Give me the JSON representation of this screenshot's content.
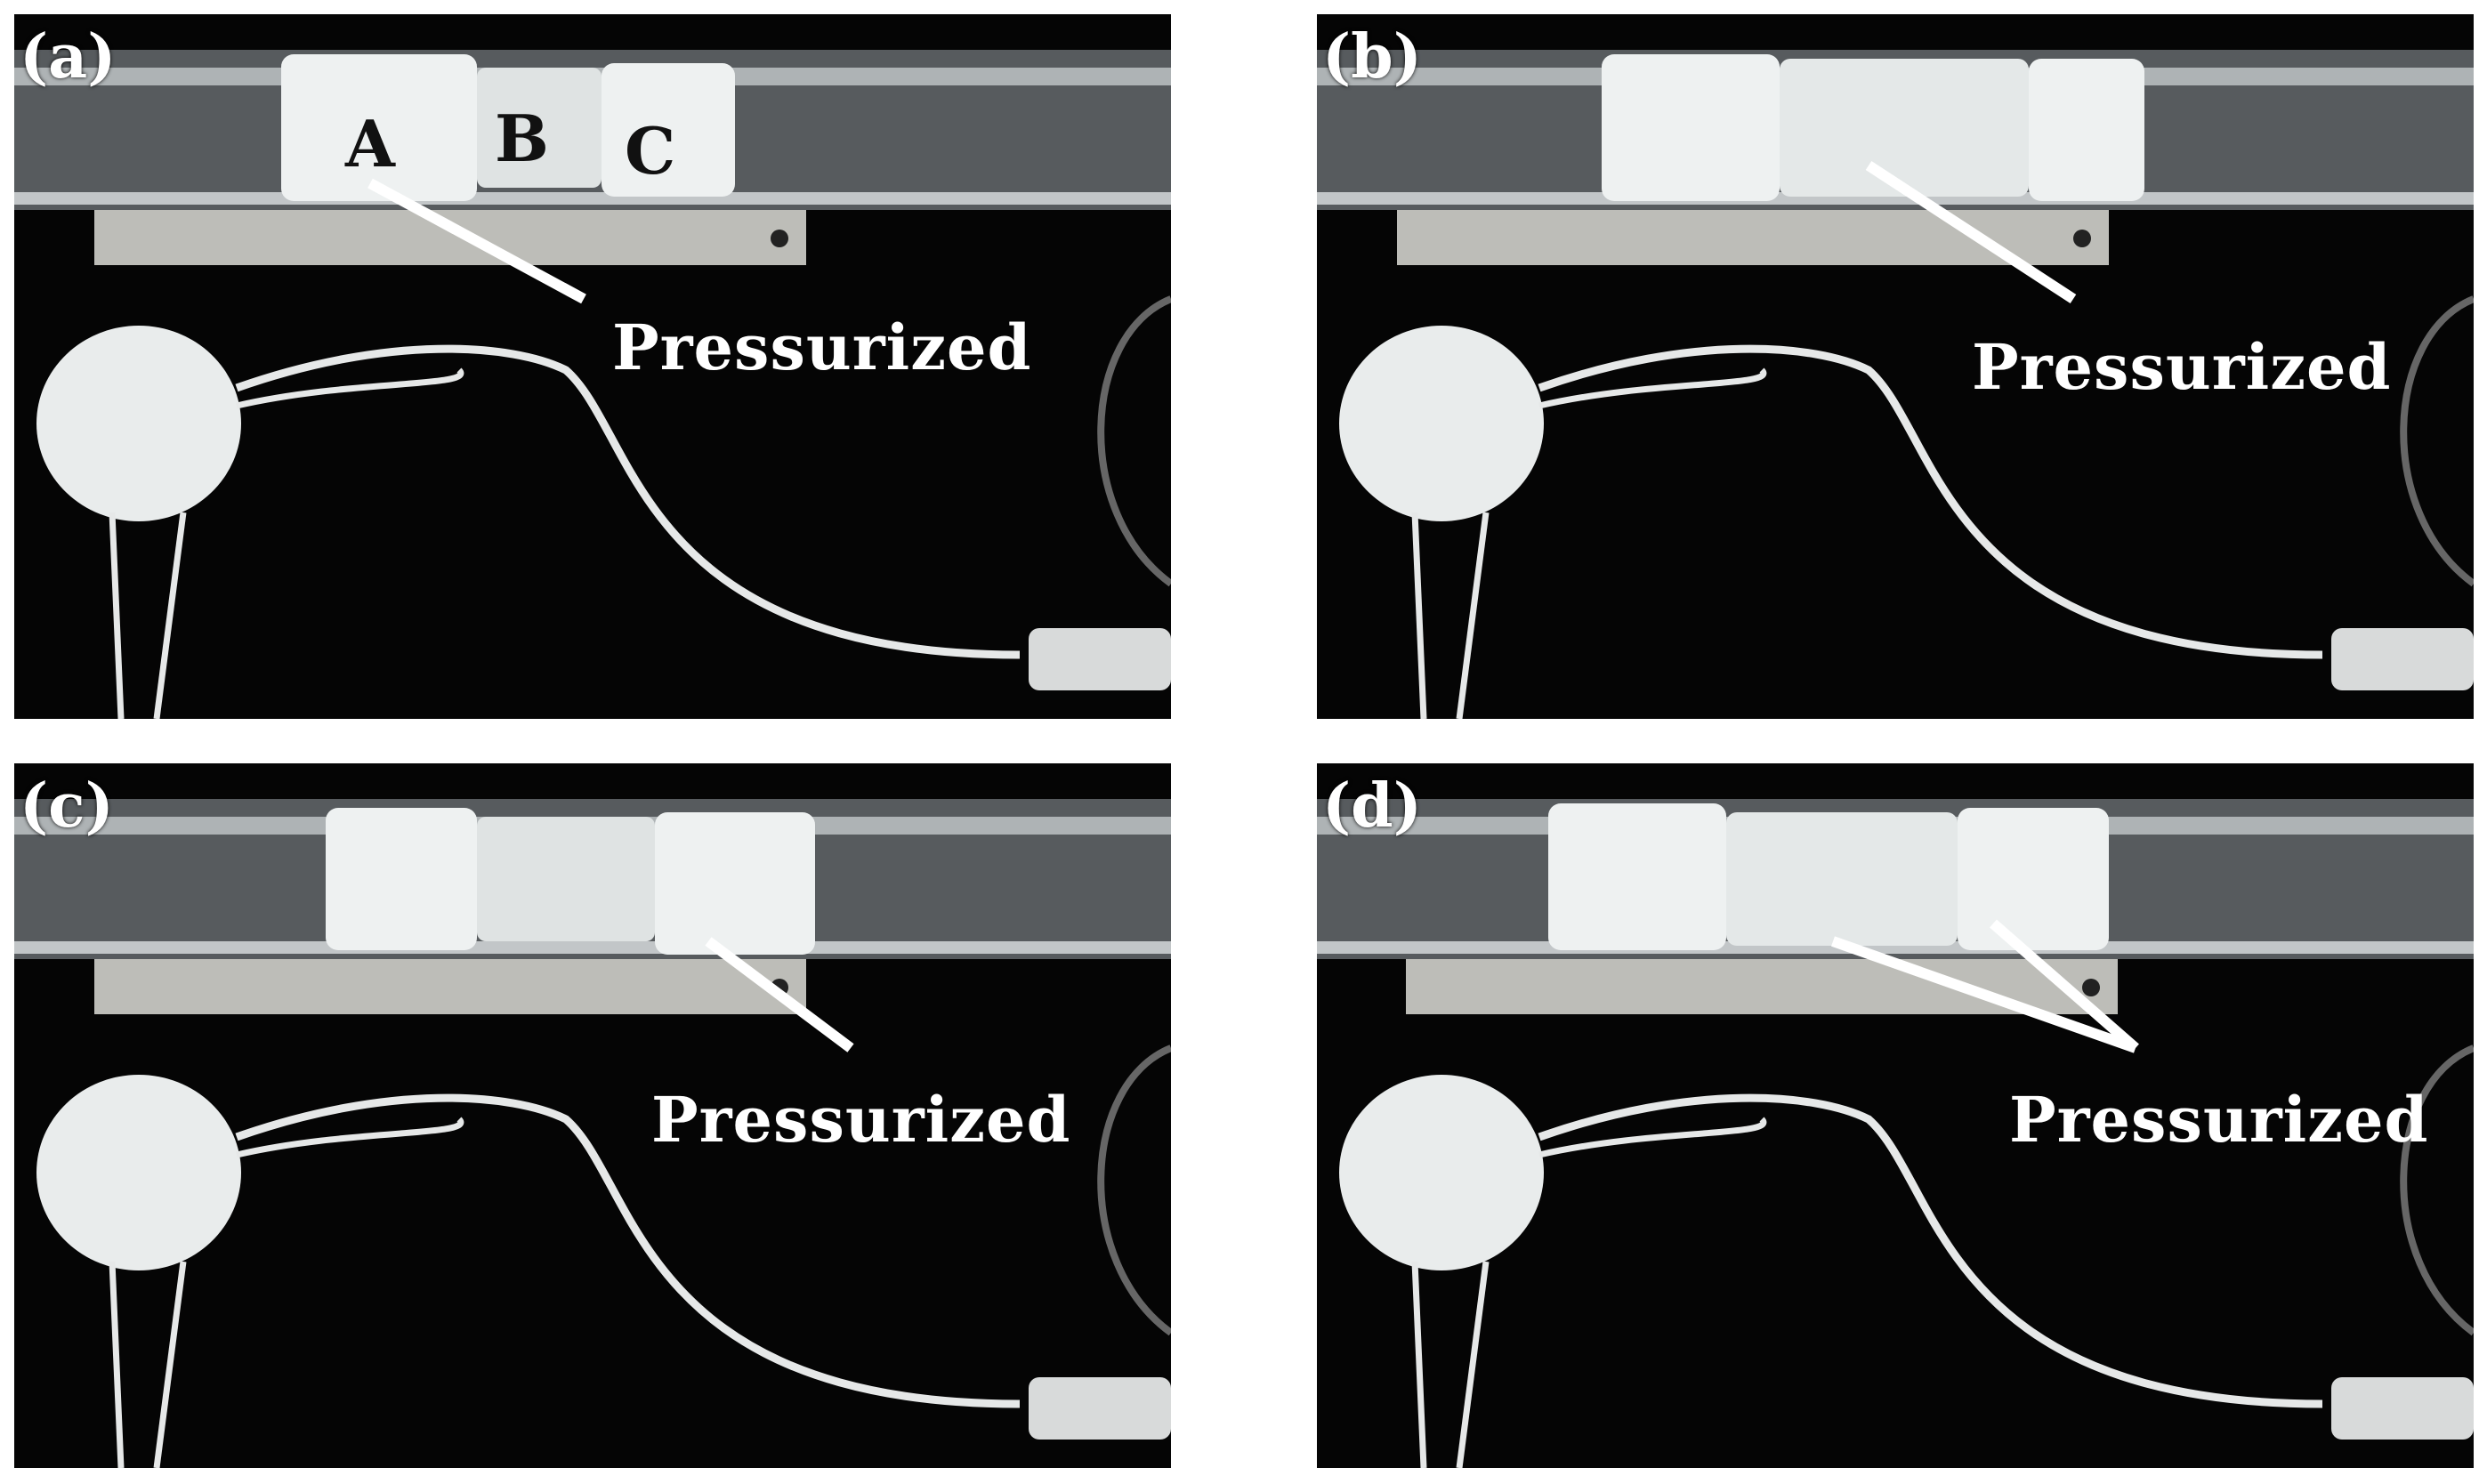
{
  "panels": [
    {
      "id": "a",
      "label": "(a)",
      "pressurized": "Pressurized"
    },
    {
      "id": "b",
      "label": "(b)",
      "pressurized": "Pressurized"
    },
    {
      "id": "c",
      "label": "(c)",
      "pressurized": "Pressurized"
    },
    {
      "id": "d",
      "label": "(d)",
      "pressurized": "Pressurized"
    }
  ],
  "segments": {
    "a": "A",
    "b": "B",
    "c": "C"
  },
  "colors": {
    "background": "#050505",
    "tube": "#cfd6da",
    "robot": "#e9ecec",
    "ruler": "#bdbdb8",
    "annotation": "#ffffff"
  }
}
